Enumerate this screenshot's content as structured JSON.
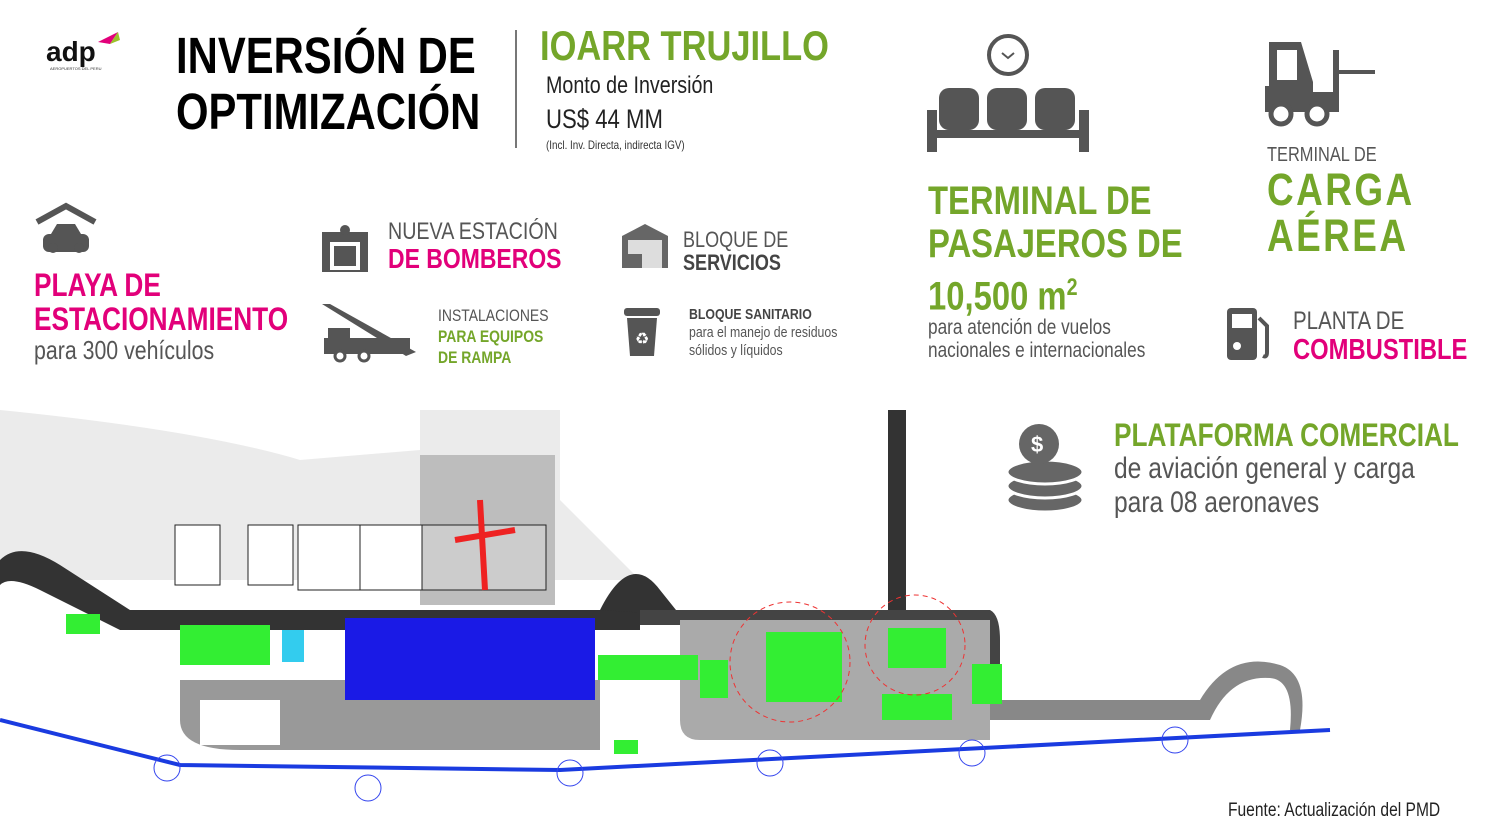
{
  "logo": {
    "text": "adp",
    "subtitle": "AEROPUERTOS DEL PERU"
  },
  "title": {
    "line1": "INVERSIÓN DE",
    "line2": "OPTIMIZACIÓN"
  },
  "project": {
    "name": "IOARR TRUJILLO",
    "label": "Monto de Inversión",
    "amount": "US$ 44 MM",
    "note": "(Incl. Inv. Directa, indirecta IGV)"
  },
  "items": {
    "parking": {
      "line1": "PLAYA DE",
      "line2": "ESTACIONAMIENTO",
      "desc": "para 300 vehículos"
    },
    "fire": {
      "line1": "NUEVA ESTACIÓN",
      "line2": "DE BOMBEROS"
    },
    "services": {
      "line1": "BLOQUE DE",
      "line2": "SERVICIOS"
    },
    "ramp": {
      "line1": "INSTALACIONES",
      "line2": "PARA EQUIPOS",
      "line3": "DE RAMPA"
    },
    "sanitary": {
      "line1": "BLOQUE SANITARIO",
      "line2": "para el manejo de residuos",
      "line3": "sólidos y líquidos"
    },
    "terminal": {
      "line1": "TERMINAL DE",
      "line2": "PASAJEROS DE",
      "line3": "10,500 m",
      "sup": "2",
      "desc1": "para atención de vuelos",
      "desc2": "nacionales e internacionales"
    },
    "cargo": {
      "line1": "TERMINAL DE",
      "line2": "CARGA",
      "line3": "AÉREA"
    },
    "fuel": {
      "line1": "PLANTA DE",
      "line2": "COMBUSTIBLE"
    },
    "platform": {
      "line1": "PLATAFORMA COMERCIAL",
      "line2": "de aviación general y carga",
      "line3": "para 08 aeronaves"
    }
  },
  "source": "Fuente: Actualización del PMD",
  "colors": {
    "green": "#74a62a",
    "magenta": "#e2007a",
    "gray": "#555555",
    "terminal_blue": "#1a1ae6",
    "building_green": "#33ee33"
  }
}
